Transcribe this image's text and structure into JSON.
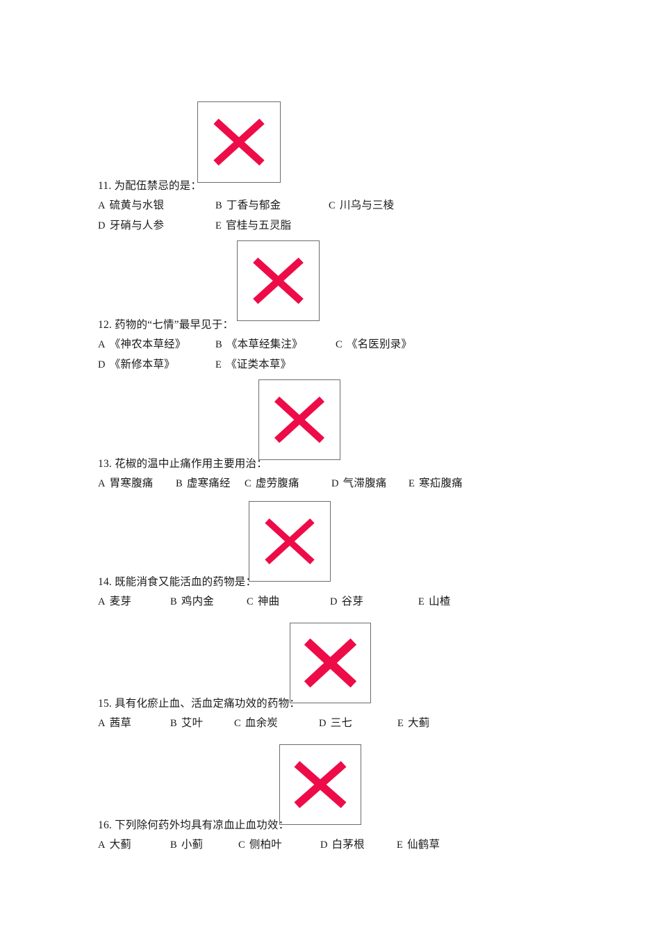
{
  "page": {
    "background_color": "#ffffff",
    "text_color": "#1a1a1a",
    "mark_color": "#ED0C47",
    "box_border_color": "#6b6b6b"
  },
  "questions": [
    {
      "number": "11.",
      "stem": "为配伍禁忌的是：",
      "options": [
        {
          "letter": "A",
          "text": "硫黄与水银"
        },
        {
          "letter": "B",
          "text": "丁香与郁金"
        },
        {
          "letter": "C",
          "text": "川乌与三棱"
        },
        {
          "letter": "D",
          "text": "牙硝与人参"
        },
        {
          "letter": "E",
          "text": "官桂与五灵脂"
        }
      ],
      "mark": "cross-mark"
    },
    {
      "number": "12.",
      "stem": "药物的“七情”最早见于：",
      "options": [
        {
          "letter": "A",
          "text": "《神农本草经》"
        },
        {
          "letter": "B",
          "text": "《本草经集注》"
        },
        {
          "letter": "C",
          "text": "《名医别录》"
        },
        {
          "letter": "D",
          "text": "《新修本草》"
        },
        {
          "letter": "E",
          "text": "《证类本草》"
        }
      ],
      "mark": "cross-mark"
    },
    {
      "number": "13.",
      "stem": "花椒的温中止痛作用主要用治：",
      "options": [
        {
          "letter": "A",
          "text": "胃寒腹痛"
        },
        {
          "letter": "B",
          "text": "虚寒痛经"
        },
        {
          "letter": "C",
          "text": "虚劳腹痛"
        },
        {
          "letter": "D",
          "text": "气滞腹痛"
        },
        {
          "letter": "E",
          "text": "寒疝腹痛"
        }
      ],
      "mark": "cross-mark"
    },
    {
      "number": "14.",
      "stem": "既能消食又能活血的药物是：",
      "options": [
        {
          "letter": "A",
          "text": "麦芽"
        },
        {
          "letter": "B",
          "text": "鸡内金"
        },
        {
          "letter": "C",
          "text": "神曲"
        },
        {
          "letter": "D",
          "text": "谷芽"
        },
        {
          "letter": "E",
          "text": "山楂"
        }
      ],
      "mark": "cross-mark"
    },
    {
      "number": "15.",
      "stem": "具有化瘀止血、活血定痛功效的药物：",
      "options": [
        {
          "letter": "A",
          "text": "茜草"
        },
        {
          "letter": "B",
          "text": "艾叶"
        },
        {
          "letter": "C",
          "text": "血余炭"
        },
        {
          "letter": "D",
          "text": "三七"
        },
        {
          "letter": "E",
          "text": "大蓟"
        }
      ],
      "mark": "cross-mark"
    },
    {
      "number": "16.",
      "stem": "下列除何药外均具有凉血止血功效：",
      "options": [
        {
          "letter": "A",
          "text": "大蓟"
        },
        {
          "letter": "B",
          "text": "小蓟"
        },
        {
          "letter": "C",
          "text": "侧柏叶"
        },
        {
          "letter": "D",
          "text": "白茅根"
        },
        {
          "letter": "E",
          "text": "仙鹤草"
        }
      ],
      "mark": "cross-mark"
    }
  ]
}
